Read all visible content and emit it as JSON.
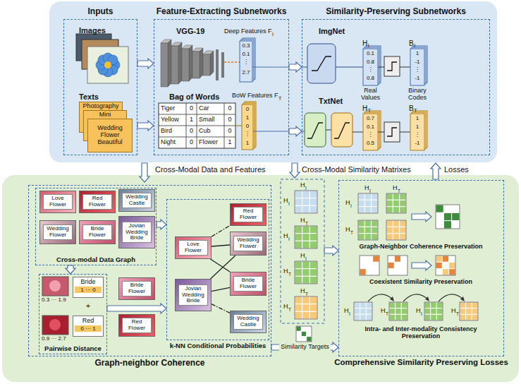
{
  "diagram": {
    "nodes": [
      {
        "text": [
          "Inputs"
        ]
      },
      {
        "text": [
          "Photography"
        ],
        "in": 0
      },
      {
        "text": [
          "Mini"
        ],
        "in": 0
      },
      {
        "text": [
          "Wedding Flower Beautiful"
        ],
        "in": 0
      },
      {
        "text": [
          "Feature-Extracting Subnetworks"
        ]
      },
      {
        "text": [
          "Similarity-Preserving Subnetworks"
        ]
      },
      {
        "text": [
          "Graph-neighbor Coherence"
        ]
      },
      {
        "text": [
          "Cross-modal Data Graph"
        ],
        "in": 6
      },
      {
        "text": [
          "Love Flower"
        ],
        "in": 7
      },
      {
        "text": [
          "Red Flower"
        ],
        "in": 7
      },
      {
        "text": [
          "Wedding Castle"
        ],
        "in": 7
      },
      {
        "text": [
          "Wedding Flower"
        ],
        "in": 7
      },
      {
        "text": [
          "Bride Flower"
        ],
        "in": 7
      },
      {
        "text": [
          "Jovian Wedding Bride"
        ],
        "in": 7
      },
      {
        "text": [
          "Pairwise Distance"
        ],
        "in": 6
      },
      {
        "text": [
          "Bride",
          "1 ··· 0"
        ],
        "in": 14
      },
      {
        "text": [
          "Red",
          "0 ··· 1"
        ],
        "in": 14
      },
      {
        "text": [
          "Bride Flower"
        ],
        "in": 6
      },
      {
        "text": [
          "Red Flower"
        ],
        "in": 6
      },
      {
        "text": [
          "k-NN Conditional Probabilities"
        ],
        "in": 6
      },
      {
        "text": [
          "Red Flower"
        ],
        "in": 19
      },
      {
        "text": [
          "Love Flower"
        ],
        "in": 19
      },
      {
        "text": [
          "Wedding Flower"
        ],
        "in": 19
      },
      {
        "text": [
          "Jovian Wedding Bride"
        ],
        "in": 19
      },
      {
        "text": [
          "Bride Flower"
        ],
        "in": 19
      },
      {
        "text": [
          "Wedding Castle"
        ],
        "in": 19
      },
      {
        "text": [
          "Comprehensive Similarity Preserving Losses"
        ]
      }
    ],
    "edges": [
      {
        "from": 0,
        "to": 4,
        "arrow": "to"
      },
      {
        "from": 0,
        "to": 4,
        "arrow": "to"
      },
      {
        "from": 4,
        "to": 5,
        "arrow": "to"
      },
      {
        "from": 4,
        "to": 5,
        "arrow": "to"
      },
      {
        "from": 7,
        "to": 14,
        "arrow": "to"
      },
      {
        "from": 14,
        "to": 19,
        "arrow": "to"
      },
      {
        "from": 7,
        "to": 19,
        "arrow": "to"
      },
      {
        "from": 21,
        "to": 20,
        "arrow": "none"
      },
      {
        "from": 21,
        "to": 22,
        "arrow": "none"
      },
      {
        "from": 21,
        "to": 24,
        "arrow": "none"
      },
      {
        "from": 23,
        "to": 22,
        "arrow": "none"
      },
      {
        "from": 23,
        "to": 24,
        "arrow": "none"
      },
      {
        "from": 23,
        "to": 25,
        "arrow": "none"
      },
      {
        "from": 6,
        "to": 26,
        "arrow": "to",
        "label": "Similarity Targets"
      }
    ],
    "labels": [
      "Images",
      "Texts",
      "VGG-19",
      "Deep Features F",
      "I",
      "0.3",
      "0.1",
      "⋮",
      "2.7",
      "Bag of Words",
      "Tiger",
      "0",
      "Car",
      "0",
      "Yellow",
      "1",
      "Small",
      "0",
      "Bird",
      "0",
      "Cub",
      "0",
      "Night",
      "0",
      "Flower",
      "1",
      "BoW Features F",
      "T",
      "0",
      "1",
      "0",
      "⋮",
      "1",
      "ImgNet",
      "H",
      "I",
      "0.1",
      "0.8",
      "⋮",
      "0.8",
      "Real Values",
      "B",
      "I",
      "1",
      "-1",
      "⋮",
      "-1",
      "Binary Codes",
      "TxtNet",
      "H",
      "T",
      "0.7",
      "0.1",
      "⋮",
      "0.5",
      "B",
      "T",
      "1",
      "1",
      "⋮",
      "-1",
      "Cross-Modal Data and Features",
      "Cross-Modal Similarity Matrixes",
      "Losses",
      "0.3 ··· 1.9",
      "+",
      "0.9 ··· 2.7",
      "H",
      "I",
      "H",
      "I",
      "H",
      "T",
      "H",
      "I",
      "H",
      "I",
      "H",
      "T",
      "H",
      "T",
      "H",
      "T",
      "H",
      "I",
      "H",
      "T",
      "H",
      "I",
      "H",
      "T",
      "Graph-Neighbor Coherence Preservation",
      "Coexistent Similarity Preservation",
      "H",
      "I",
      "H",
      "T",
      "H",
      "I",
      "H",
      "T",
      "Intra- and Inter-modality Consistency Preservation"
    ]
  }
}
